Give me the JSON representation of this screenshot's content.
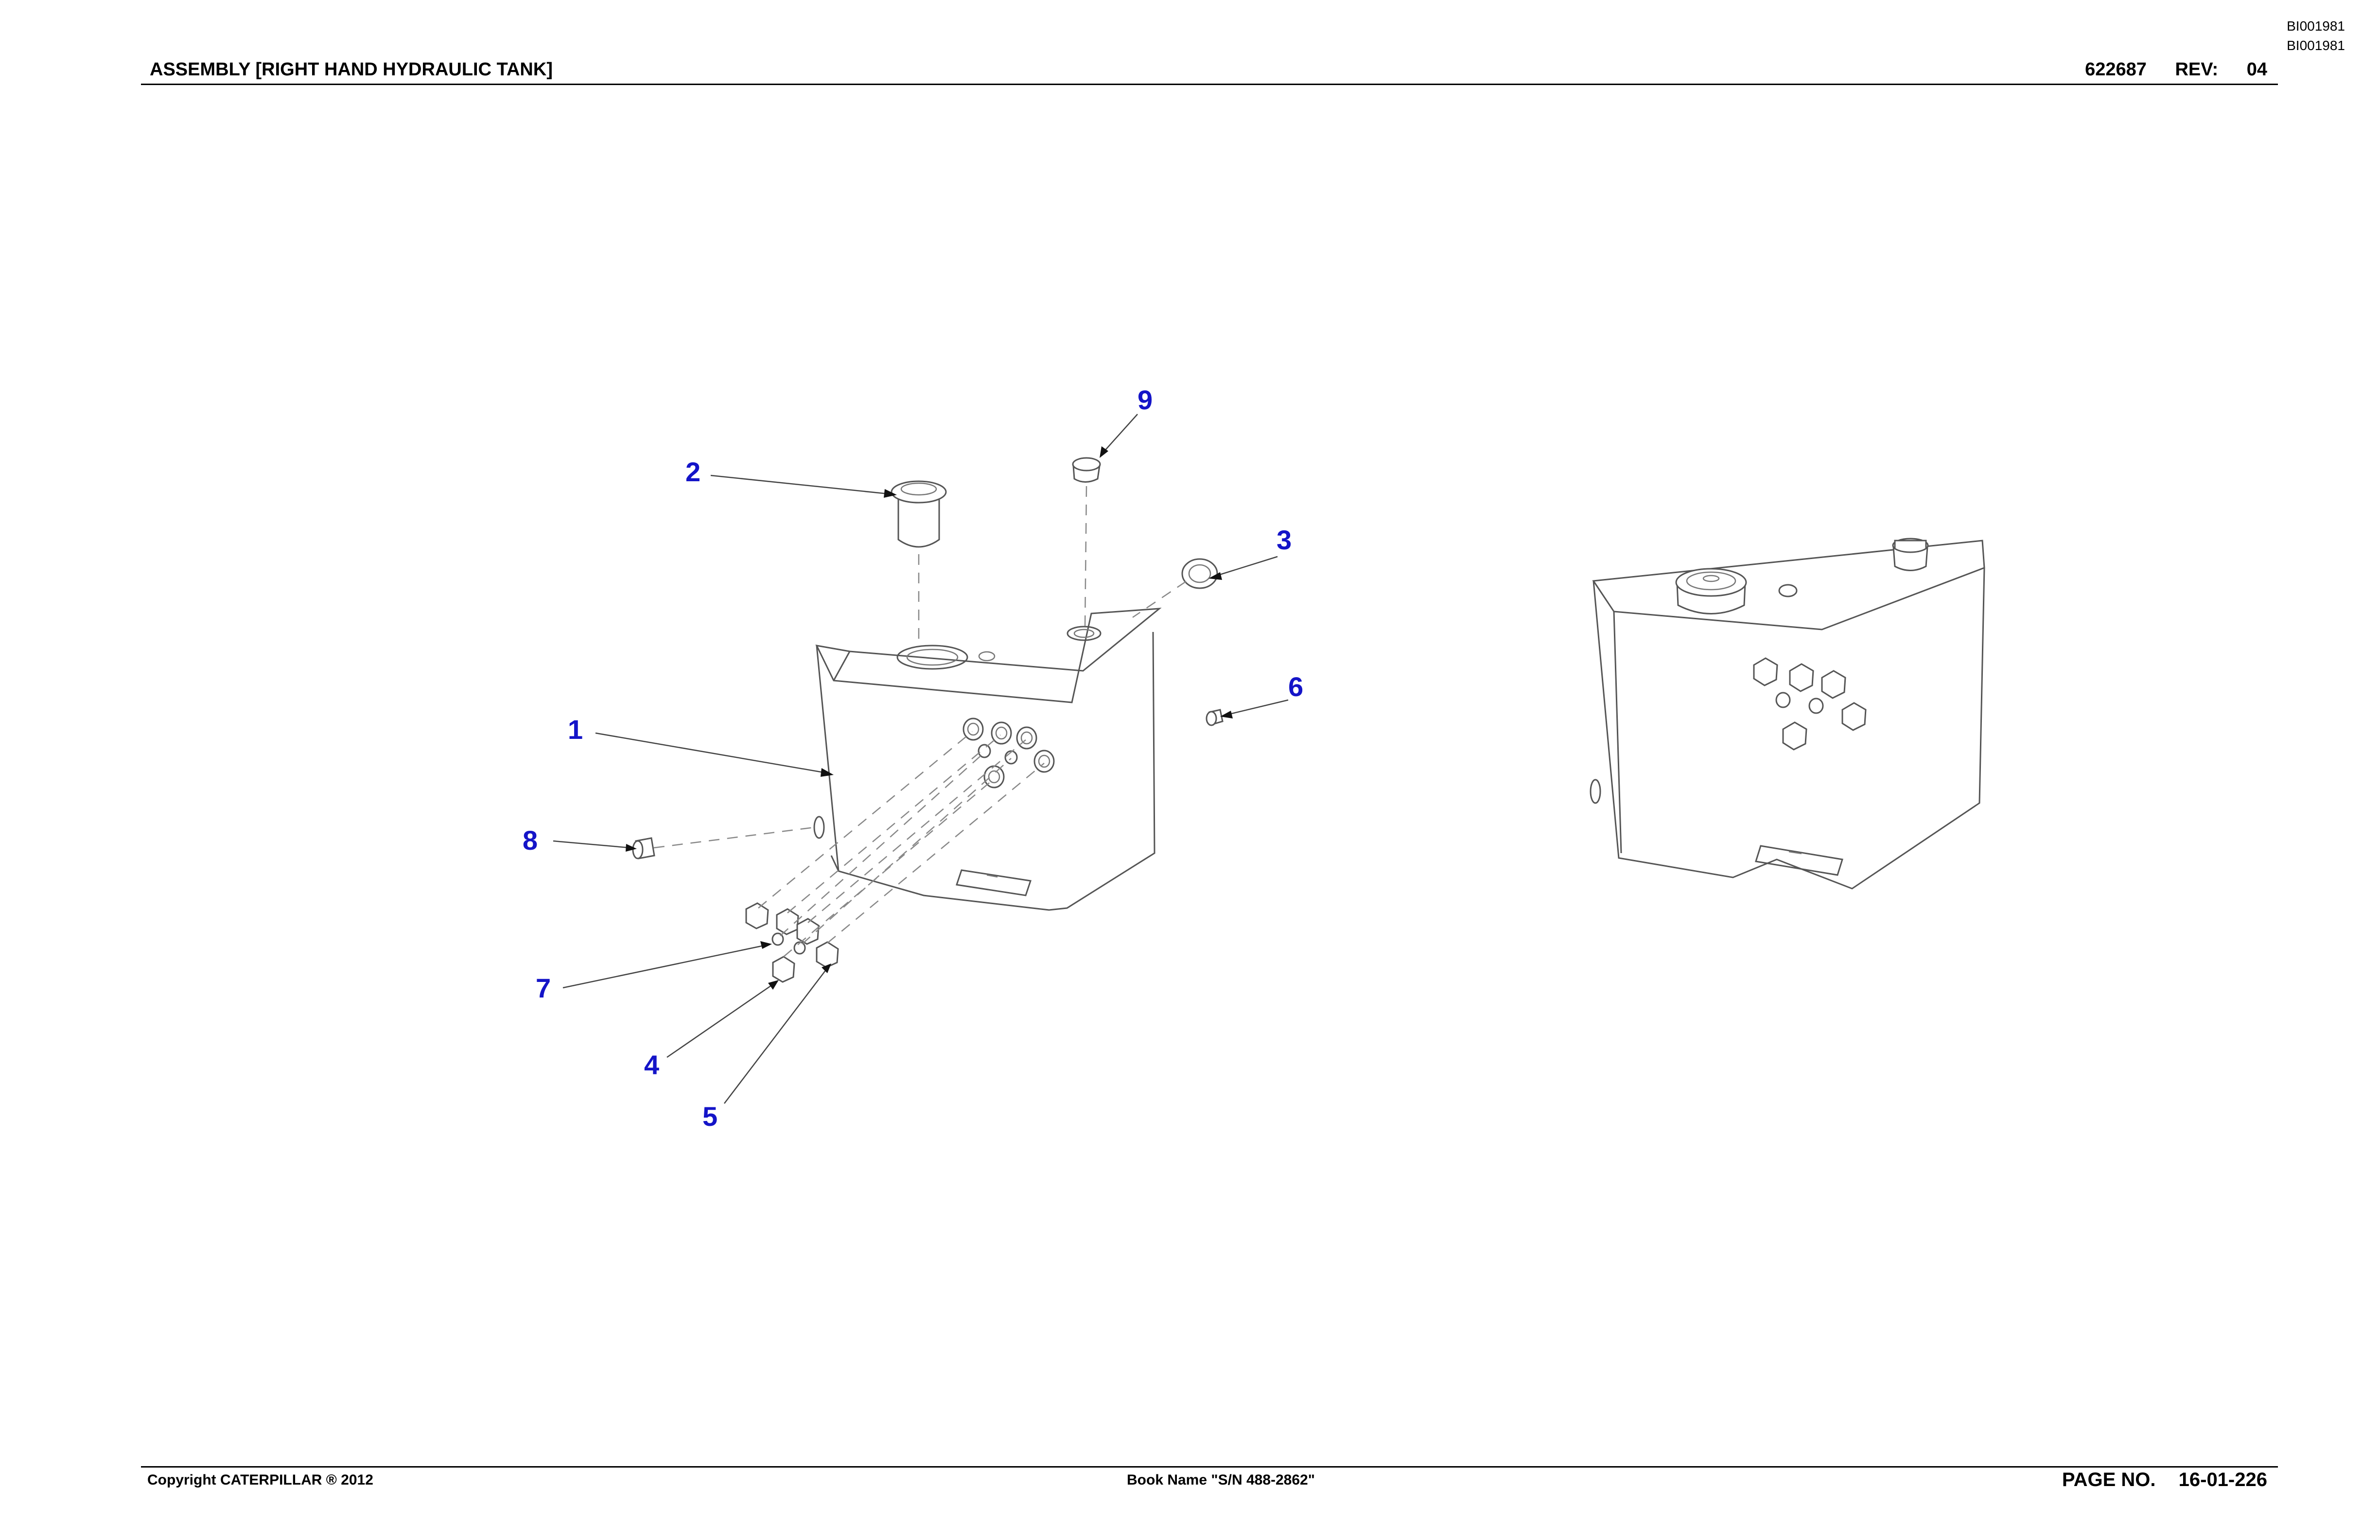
{
  "header": {
    "doc_id_1": "BI001981",
    "doc_id_2": "BI001981",
    "title": "ASSEMBLY [RIGHT HAND HYDRAULIC TANK]",
    "part_number": "622687",
    "rev_label": "REV:",
    "rev_value": "04"
  },
  "callouts": [
    "1",
    "2",
    "3",
    "4",
    "5",
    "6",
    "7",
    "8",
    "9"
  ],
  "footer": {
    "copyright": "Copyright CATERPILLAR ® 2012",
    "book_name": "Book Name \"S/N 488-2862\"",
    "page_label": "PAGE NO.",
    "page_value": "16-01-226"
  },
  "colors": {
    "callout": "#1414c8",
    "line_art": "#555555"
  }
}
